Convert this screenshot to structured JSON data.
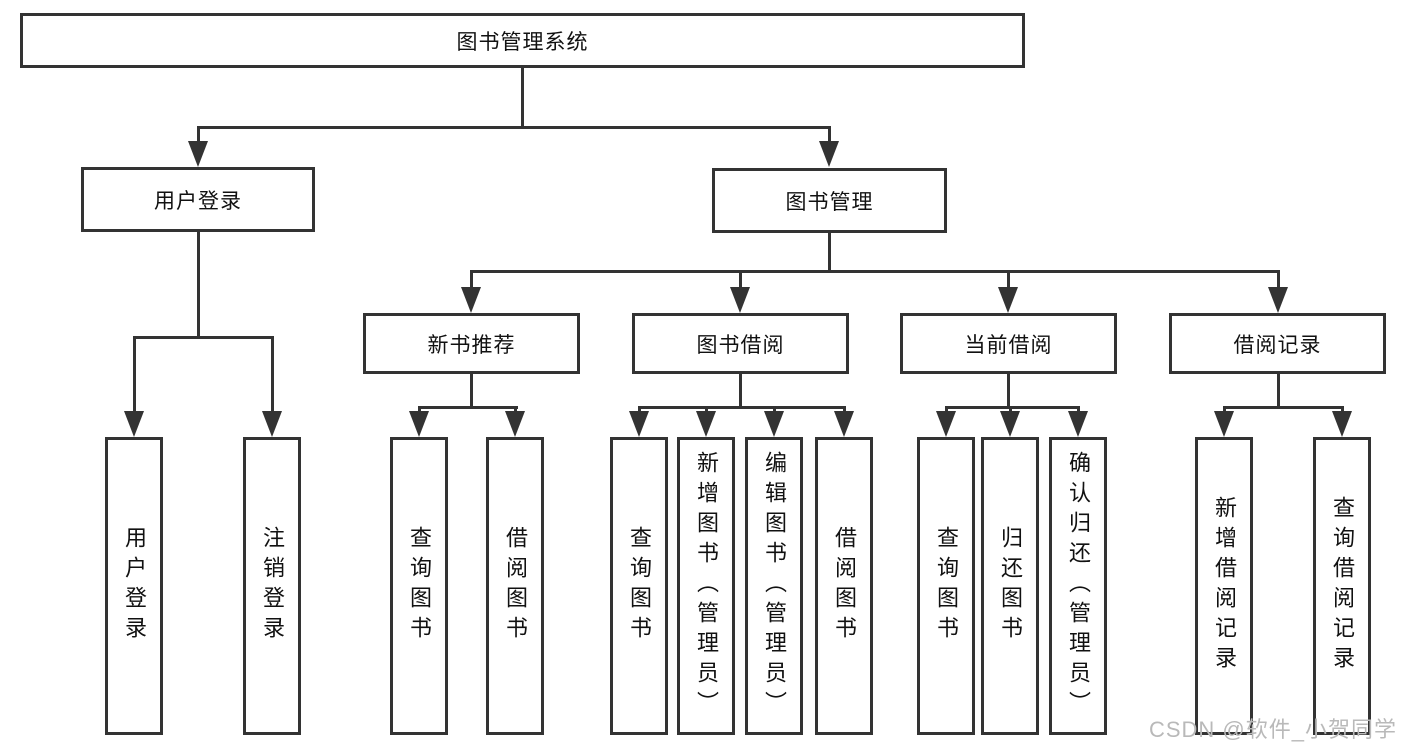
{
  "tree": {
    "root": {
      "label": "图书管理系统"
    },
    "login": {
      "label": "用户登录",
      "children": [
        "用户登录",
        "注销登录"
      ]
    },
    "mgmt": {
      "label": "图书管理"
    },
    "sections": [
      {
        "label": "新书推荐",
        "children": [
          "查询图书",
          "借阅图书"
        ]
      },
      {
        "label": "图书借阅",
        "children": [
          "查询图书",
          "新增图书（管理员）",
          "编辑图书（管理员）",
          "借阅图书"
        ]
      },
      {
        "label": "当前借阅",
        "children": [
          "查询图书",
          "归还图书",
          "确认归还（管理员）"
        ]
      },
      {
        "label": "借阅记录",
        "children": [
          "新增借阅记录",
          "查询借阅记录"
        ]
      }
    ]
  },
  "watermark": {
    "text": "CSDN @软件_小贺同学"
  },
  "colors": {
    "line": "#333333",
    "text": "#111111",
    "watermark": "#b9b9b9",
    "background": "#ffffff"
  }
}
